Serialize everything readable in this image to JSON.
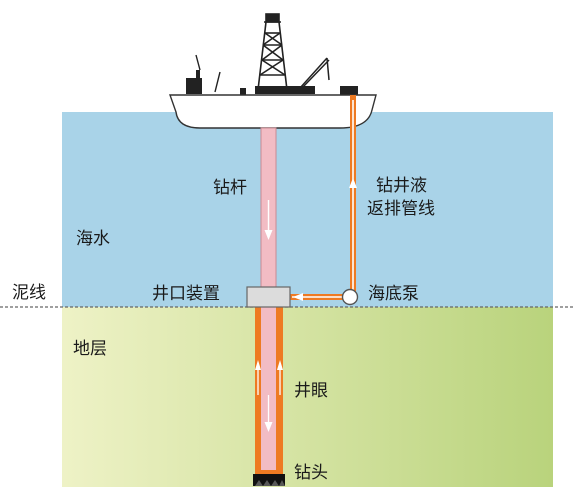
{
  "labels": {
    "drill_pipe": "钻杆",
    "return_line_1": "钻井液",
    "return_line_2": "返排管线",
    "seawater": "海水",
    "mudline": "泥线",
    "wellhead": "井口装置",
    "subsea_pump": "海底泵",
    "formation": "地层",
    "wellbore": "井眼",
    "drill_bit": "钻头"
  },
  "colors": {
    "seawater": "#a9d3e8",
    "formation_light": "#eef2c6",
    "formation_dark": "#b9d37c",
    "drill_pipe": "#f2bcc4",
    "wellbore_wall": "#ee7a22",
    "return_line": "#ee7a22",
    "ship_hull": "#ffffff",
    "ship_outline": "#333333",
    "mudline": "#666666",
    "bit": "#111111"
  }
}
